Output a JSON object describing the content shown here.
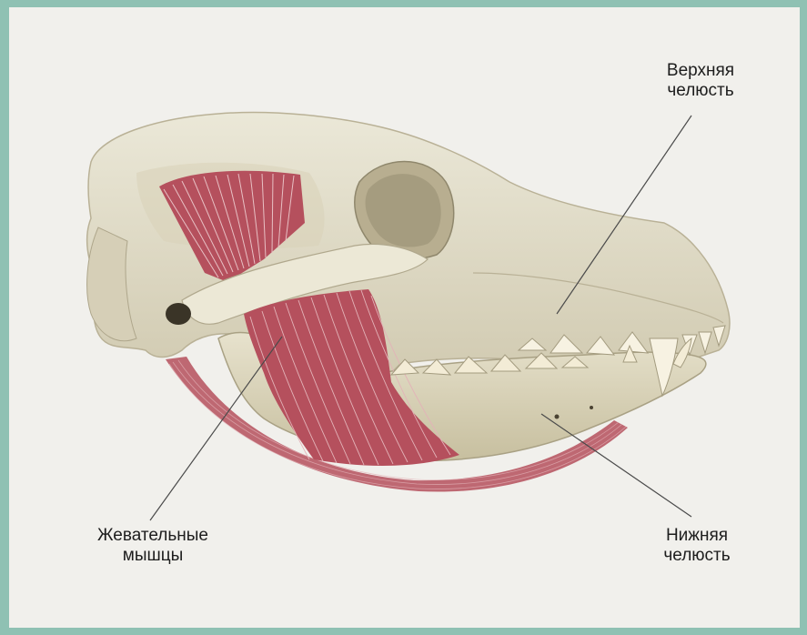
{
  "labels": {
    "upper_jaw": {
      "line1": "Верхняя",
      "line2": "челюсть"
    },
    "lower_jaw": {
      "line1": "Нижняя",
      "line2": "челюсть"
    },
    "masseter": {
      "line1": "Жевательные",
      "line2": "мышцы"
    }
  },
  "colors": {
    "frame": "#8fc1b3",
    "background": "#f1f0ec",
    "bone": "#e4e0cf",
    "bone_shadow": "#c9c2a8",
    "muscle": "#b5505d",
    "teeth": "#f7f2e2",
    "leader_line": "#4a4a4a"
  }
}
